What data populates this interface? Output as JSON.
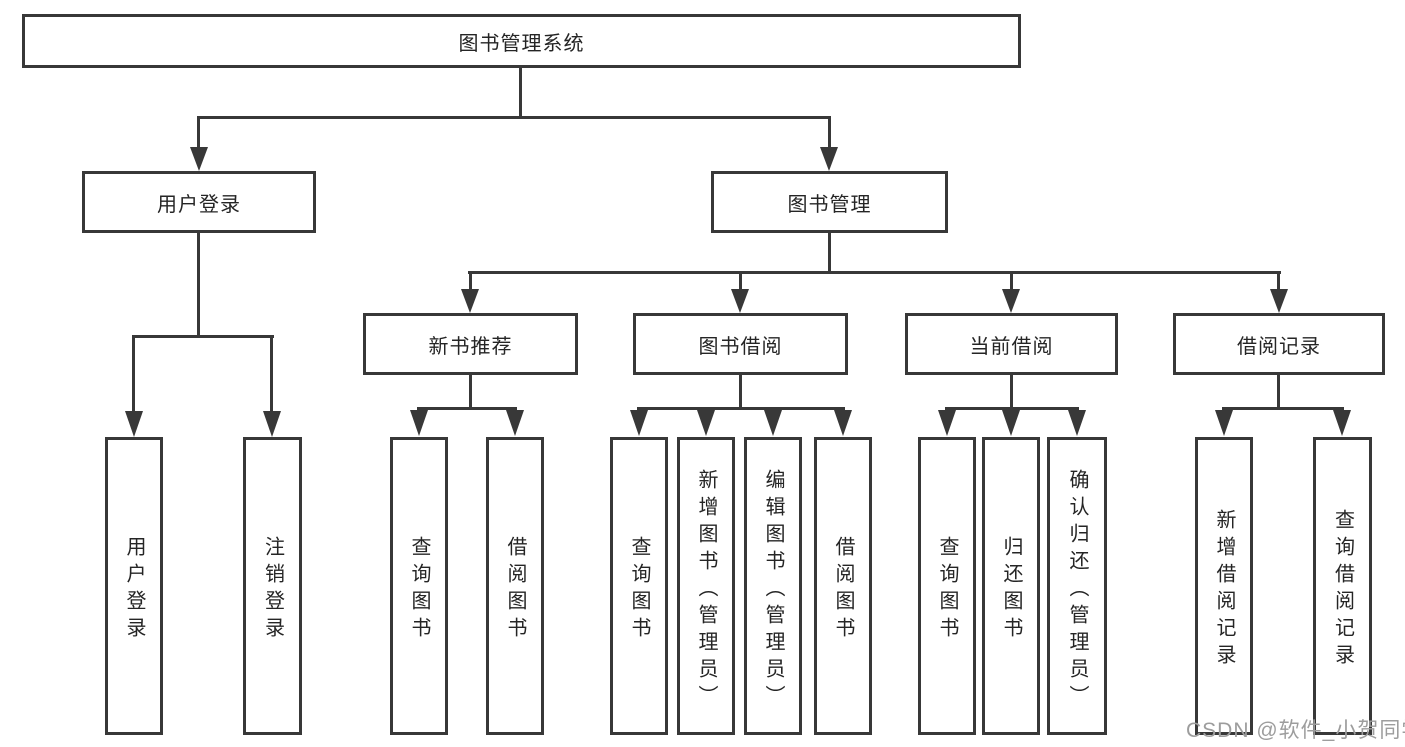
{
  "diagram": {
    "root": "图书管理系统",
    "level2": [
      "用户登录",
      "图书管理"
    ],
    "level3": [
      "新书推荐",
      "图书借阅",
      "当前借阅",
      "借阅记录"
    ],
    "leaves": [
      "用户登录",
      "注销登录",
      "查询图书",
      "借阅图书",
      "查询图书",
      "新增图书（管理员）",
      "编辑图书（管理员）",
      "借阅图书",
      "查询图书",
      "归还图书",
      "确认归还（管理员）",
      "新增借阅记录",
      "查询借阅记录"
    ]
  },
  "watermark": "CSDN @软件_小贺同学",
  "colors": {
    "line": "#383838",
    "text": "#252525",
    "watermark": "#9d9d9d",
    "background": "#ffffff"
  }
}
